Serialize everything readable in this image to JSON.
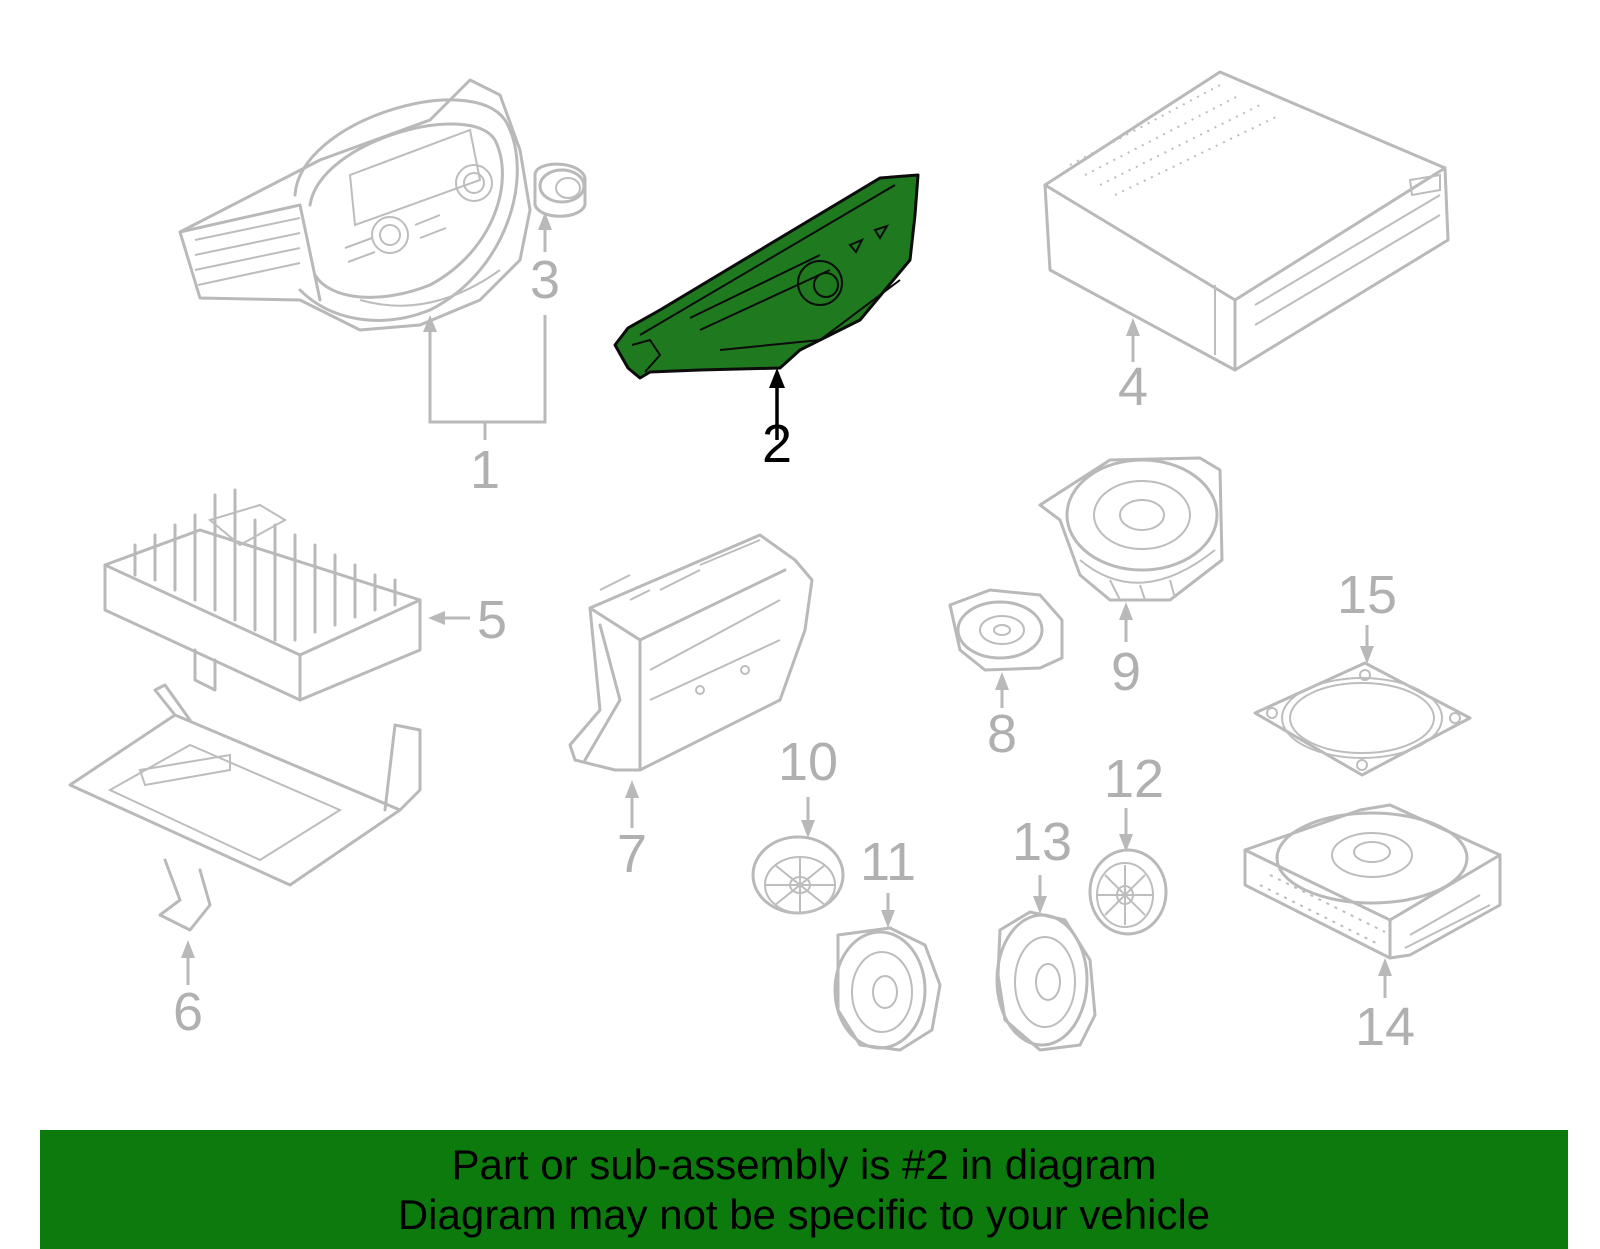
{
  "diagram": {
    "highlight_color": "#1f7a1f",
    "highlighted_callout": "2",
    "callouts": [
      "1",
      "2",
      "3",
      "4",
      "5",
      "6",
      "7",
      "8",
      "9",
      "10",
      "11",
      "12",
      "13",
      "14",
      "15"
    ]
  },
  "banner": {
    "background": "#0c7a0c",
    "line1": "Part or sub-assembly is #2 in diagram",
    "line2": "Diagram may not be specific to your vehicle"
  }
}
